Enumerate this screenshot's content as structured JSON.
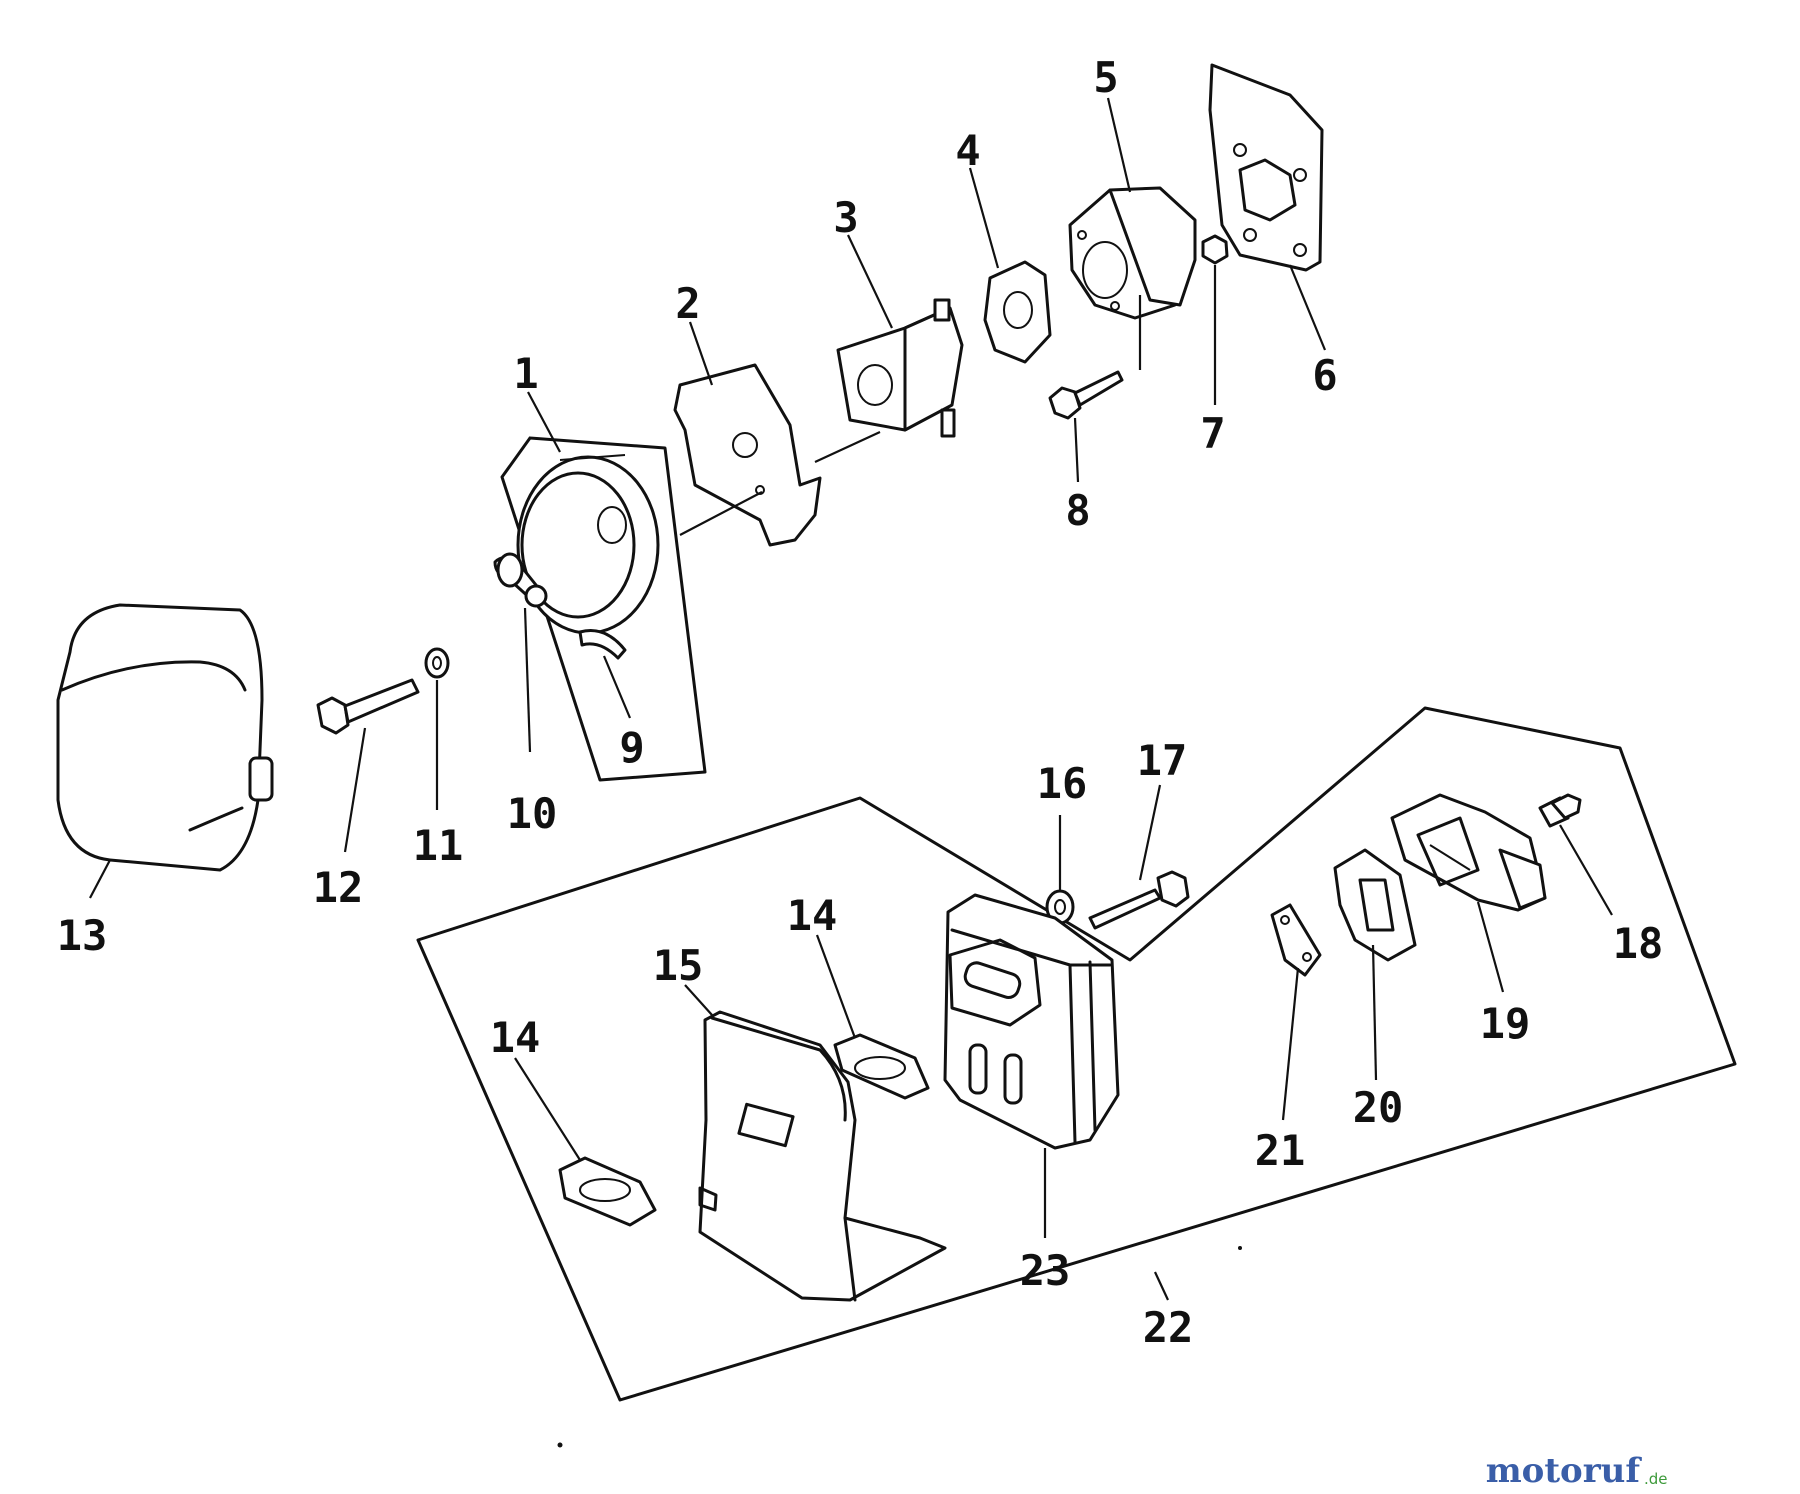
{
  "labels": {
    "l1": "1",
    "l2": "2",
    "l3": "3",
    "l4": "4",
    "l5": "5",
    "l6": "6",
    "l7": "7",
    "l8": "8",
    "l9": "9",
    "l10": "10",
    "l11": "11",
    "l12": "12",
    "l13": "13",
    "l14a": "14",
    "l14b": "14",
    "l15": "15",
    "l16": "16",
    "l17": "17",
    "l18": "18",
    "l19": "19",
    "l20": "20",
    "l21": "21",
    "l22": "22",
    "l23": "23"
  },
  "watermark": {
    "brand": "motoruf",
    "suffix": ".de"
  },
  "colors": {
    "line": "#111111",
    "brand_blue": "#3a5ea8",
    "brand_green": "#3d9a3a",
    "brand_orange": "#e08a20"
  }
}
